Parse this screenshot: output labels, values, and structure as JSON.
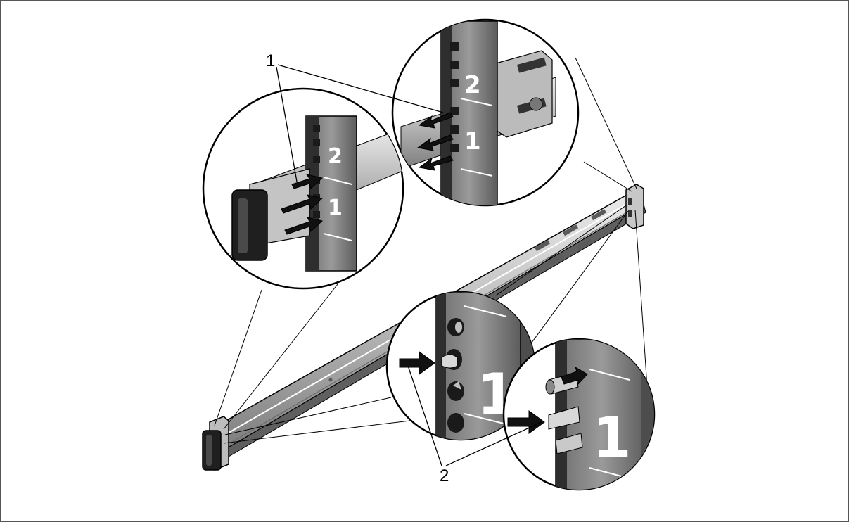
{
  "callouts": [
    {
      "id": "callout-1",
      "label": "1"
    },
    {
      "id": "callout-2",
      "label": "2"
    }
  ],
  "rack_scale": {
    "top_left_detail": [
      "2",
      "1"
    ],
    "top_right_detail": [
      "2",
      "1"
    ],
    "bottom_center_detail": [
      "1"
    ],
    "bottom_right_detail": [
      "1"
    ]
  },
  "colors": {
    "line": "#000000",
    "rail_light": "#d9d9d9",
    "rail_mid": "#a8a8a8",
    "rail_dark": "#707070",
    "post": "#8a8a8a",
    "post_dark": "#3c3c3c",
    "bracket_black": "#1f1f1f",
    "arrow": "#111111"
  },
  "icons": {
    "arrow": "right-arrow-icon",
    "peg": "mounting-peg-icon"
  }
}
